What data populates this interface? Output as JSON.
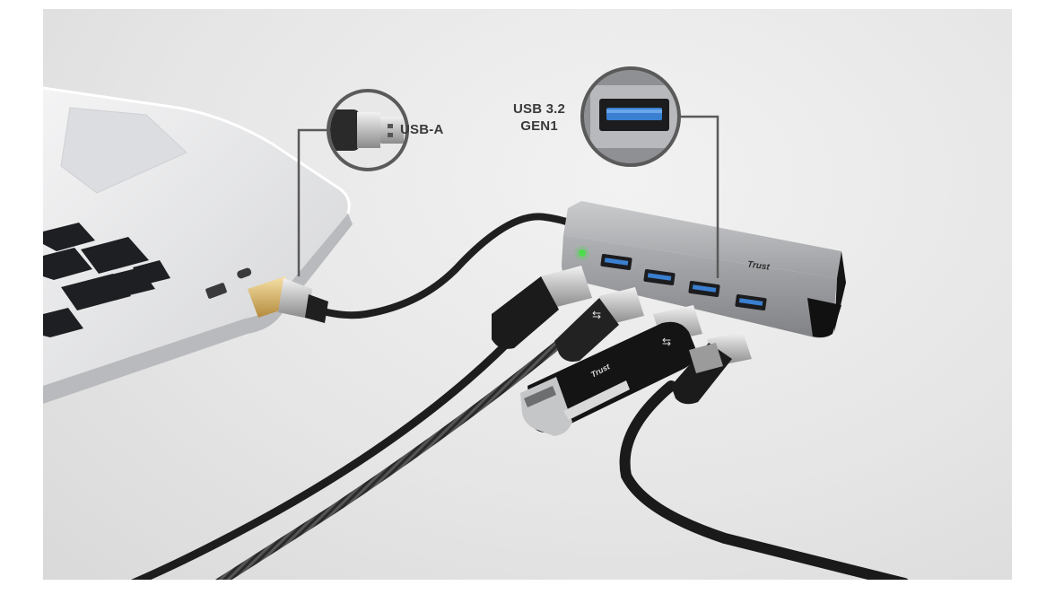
{
  "callouts": {
    "usb_a": "USB-A",
    "usb_32_line1": "USB 3.2",
    "usb_32_line2": "GEN1"
  },
  "brand": {
    "hub_logo": "Trust",
    "reader_logo": "Trust"
  },
  "colors": {
    "background": "#e6e6e6",
    "laptop": "#e9e9ea",
    "hub": "#a9abae",
    "usb_port_blue": "#3a7fd0",
    "led": "#4cdc4c",
    "cable_dark": "#222222",
    "callout_ring": "#5a5a5a"
  },
  "icons": {
    "usb_symbol": "usb-icon"
  }
}
